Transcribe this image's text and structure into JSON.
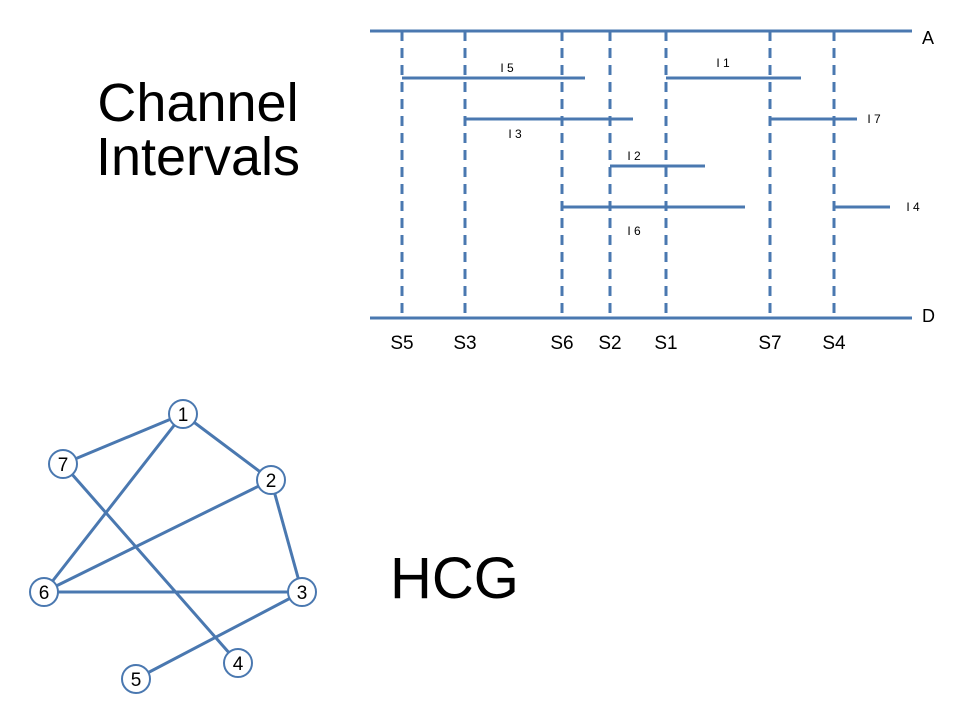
{
  "titles": {
    "channel_line1": "Channel",
    "channel_line2": "Intervals",
    "hcg": "HCG"
  },
  "colors": {
    "line": "#4a78b0",
    "text": "#000000",
    "background": "#ffffff"
  },
  "channel": {
    "top_label": "A",
    "bottom_label": "D",
    "segments": [
      {
        "id": "S5",
        "label": "S5"
      },
      {
        "id": "S3",
        "label": "S3"
      },
      {
        "id": "S6",
        "label": "S6"
      },
      {
        "id": "S2",
        "label": "S2"
      },
      {
        "id": "S1",
        "label": "S1"
      },
      {
        "id": "S7",
        "label": "S7"
      },
      {
        "id": "S4",
        "label": "S4"
      }
    ],
    "intervals": [
      {
        "id": "I5",
        "label": "I 5"
      },
      {
        "id": "I1",
        "label": "I 1"
      },
      {
        "id": "I3",
        "label": "I 3"
      },
      {
        "id": "I7",
        "label": "I 7"
      },
      {
        "id": "I2",
        "label": "I 2"
      },
      {
        "id": "I6",
        "label": "I 6"
      },
      {
        "id": "I4",
        "label": "I 4"
      }
    ]
  },
  "hcg": {
    "nodes": [
      {
        "id": "1",
        "label": "1"
      },
      {
        "id": "2",
        "label": "2"
      },
      {
        "id": "3",
        "label": "3"
      },
      {
        "id": "4",
        "label": "4"
      },
      {
        "id": "5",
        "label": "5"
      },
      {
        "id": "6",
        "label": "6"
      },
      {
        "id": "7",
        "label": "7"
      }
    ],
    "edges": [
      [
        "1",
        "2"
      ],
      [
        "1",
        "6"
      ],
      [
        "2",
        "3"
      ],
      [
        "2",
        "6"
      ],
      [
        "3",
        "6"
      ],
      [
        "3",
        "5"
      ],
      [
        "7",
        "1"
      ],
      [
        "7",
        "4"
      ]
    ]
  }
}
